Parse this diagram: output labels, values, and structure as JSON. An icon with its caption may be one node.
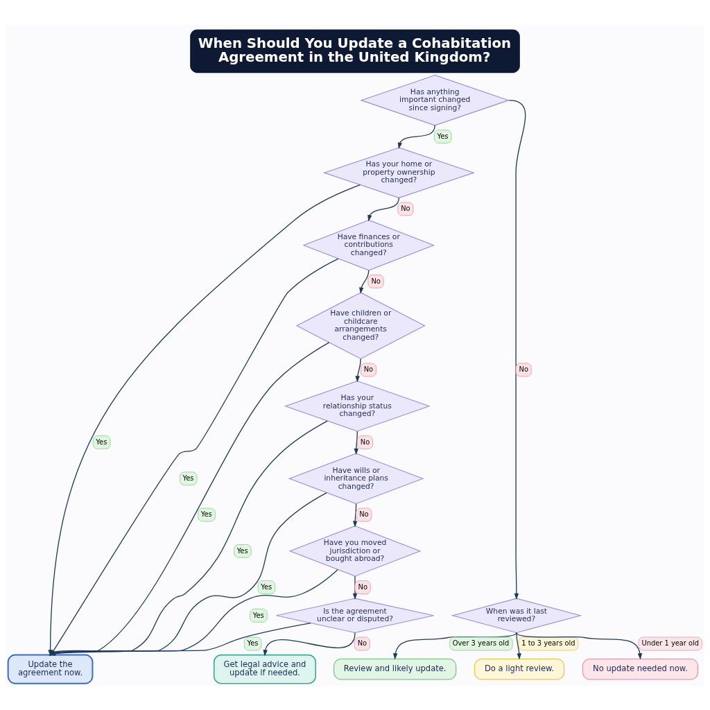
{
  "diagram": {
    "title": "When Should You Update a Cohabitation Agreement in the United Kingdom?",
    "nodes": [
      {
        "text": [
          "Has anything important changed since signing?"
        ]
      },
      {
        "text": [
          "Has your home or property ownership changed?"
        ]
      },
      {
        "text": [
          "Have finances or contributions changed?"
        ]
      },
      {
        "text": [
          "Have children or childcare arrangements changed?"
        ]
      },
      {
        "text": [
          "Has your relationship status changed?"
        ]
      },
      {
        "text": [
          "Have wills or inheritance plans changed?"
        ]
      },
      {
        "text": [
          "Have you moved jurisdiction or bought abroad?"
        ]
      },
      {
        "text": [
          "Is the agreement unclear or disputed?"
        ]
      },
      {
        "text": [
          "Update the agreement now."
        ]
      },
      {
        "text": [
          "Get legal advice and update if needed."
        ]
      },
      {
        "text": [
          "When was it last reviewed?"
        ]
      },
      {
        "text": [
          "Review and likely update."
        ]
      },
      {
        "text": [
          "Do a light review."
        ]
      },
      {
        "text": [
          "No update needed now."
        ]
      }
    ],
    "edges": [
      {
        "from": 0,
        "to": 1,
        "arrow": "to",
        "label": "Yes"
      },
      {
        "from": 0,
        "to": 10,
        "arrow": "to",
        "label": "No"
      },
      {
        "from": 1,
        "to": 8,
        "arrow": "to",
        "label": "Yes"
      },
      {
        "from": 1,
        "to": 2,
        "arrow": "to",
        "label": "No"
      },
      {
        "from": 2,
        "to": 8,
        "arrow": "to",
        "label": "Yes"
      },
      {
        "from": 2,
        "to": 3,
        "arrow": "to",
        "label": "No"
      },
      {
        "from": 3,
        "to": 8,
        "arrow": "to",
        "label": "Yes"
      },
      {
        "from": 3,
        "to": 4,
        "arrow": "to",
        "label": "No"
      },
      {
        "from": 4,
        "to": 8,
        "arrow": "to",
        "label": "Yes"
      },
      {
        "from": 4,
        "to": 5,
        "arrow": "to",
        "label": "No"
      },
      {
        "from": 5,
        "to": 8,
        "arrow": "to",
        "label": "Yes"
      },
      {
        "from": 5,
        "to": 6,
        "arrow": "to",
        "label": "No"
      },
      {
        "from": 6,
        "to": 8,
        "arrow": "to",
        "label": "Yes"
      },
      {
        "from": 6,
        "to": 7,
        "arrow": "to",
        "label": "No"
      },
      {
        "from": 7,
        "to": 8,
        "arrow": "to",
        "label": "Yes"
      },
      {
        "from": 7,
        "to": 9,
        "arrow": "to",
        "label": "No"
      },
      {
        "from": 10,
        "to": 11,
        "arrow": "to",
        "label": "Over 3 years old"
      },
      {
        "from": 10,
        "to": 12,
        "arrow": "to",
        "label": "1 to 3 years old"
      },
      {
        "from": 10,
        "to": 13,
        "arrow": "to",
        "label": "Under 1 year old"
      }
    ]
  }
}
